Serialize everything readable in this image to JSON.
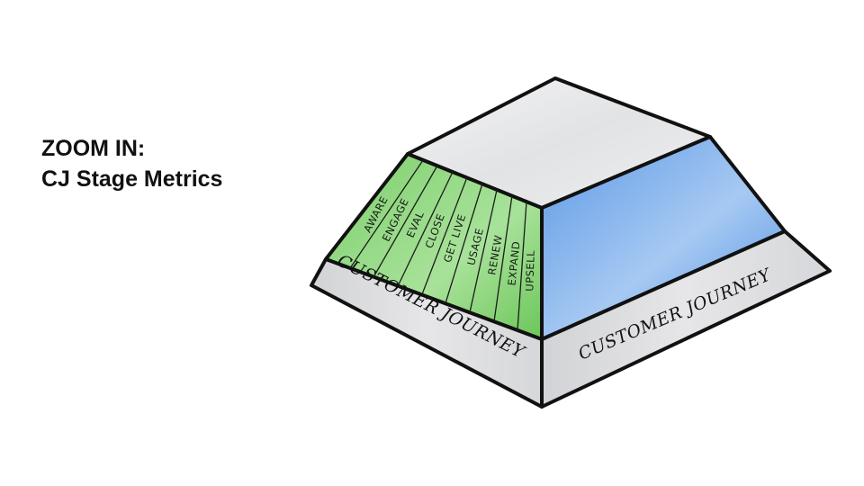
{
  "heading": {
    "line1": "ZOOM IN:",
    "line2": "CJ Stage Metrics"
  },
  "diagram": {
    "stages": [
      "AWARE",
      "ENGAGE",
      "EVAL",
      "CLOSE",
      "GET LIVE",
      "USAGE",
      "RENEW",
      "EXPAND",
      "UPSELL"
    ],
    "left_band_label": "CUSTOMER JOURNEY",
    "right_band_label": "CUSTOMER JOURNEY",
    "colors": {
      "top_face": "#e6e7e9",
      "left_face": "#8fd67e",
      "right_face": "#6fa6ea",
      "band": "#dcdcde",
      "outline": "#111111"
    }
  }
}
